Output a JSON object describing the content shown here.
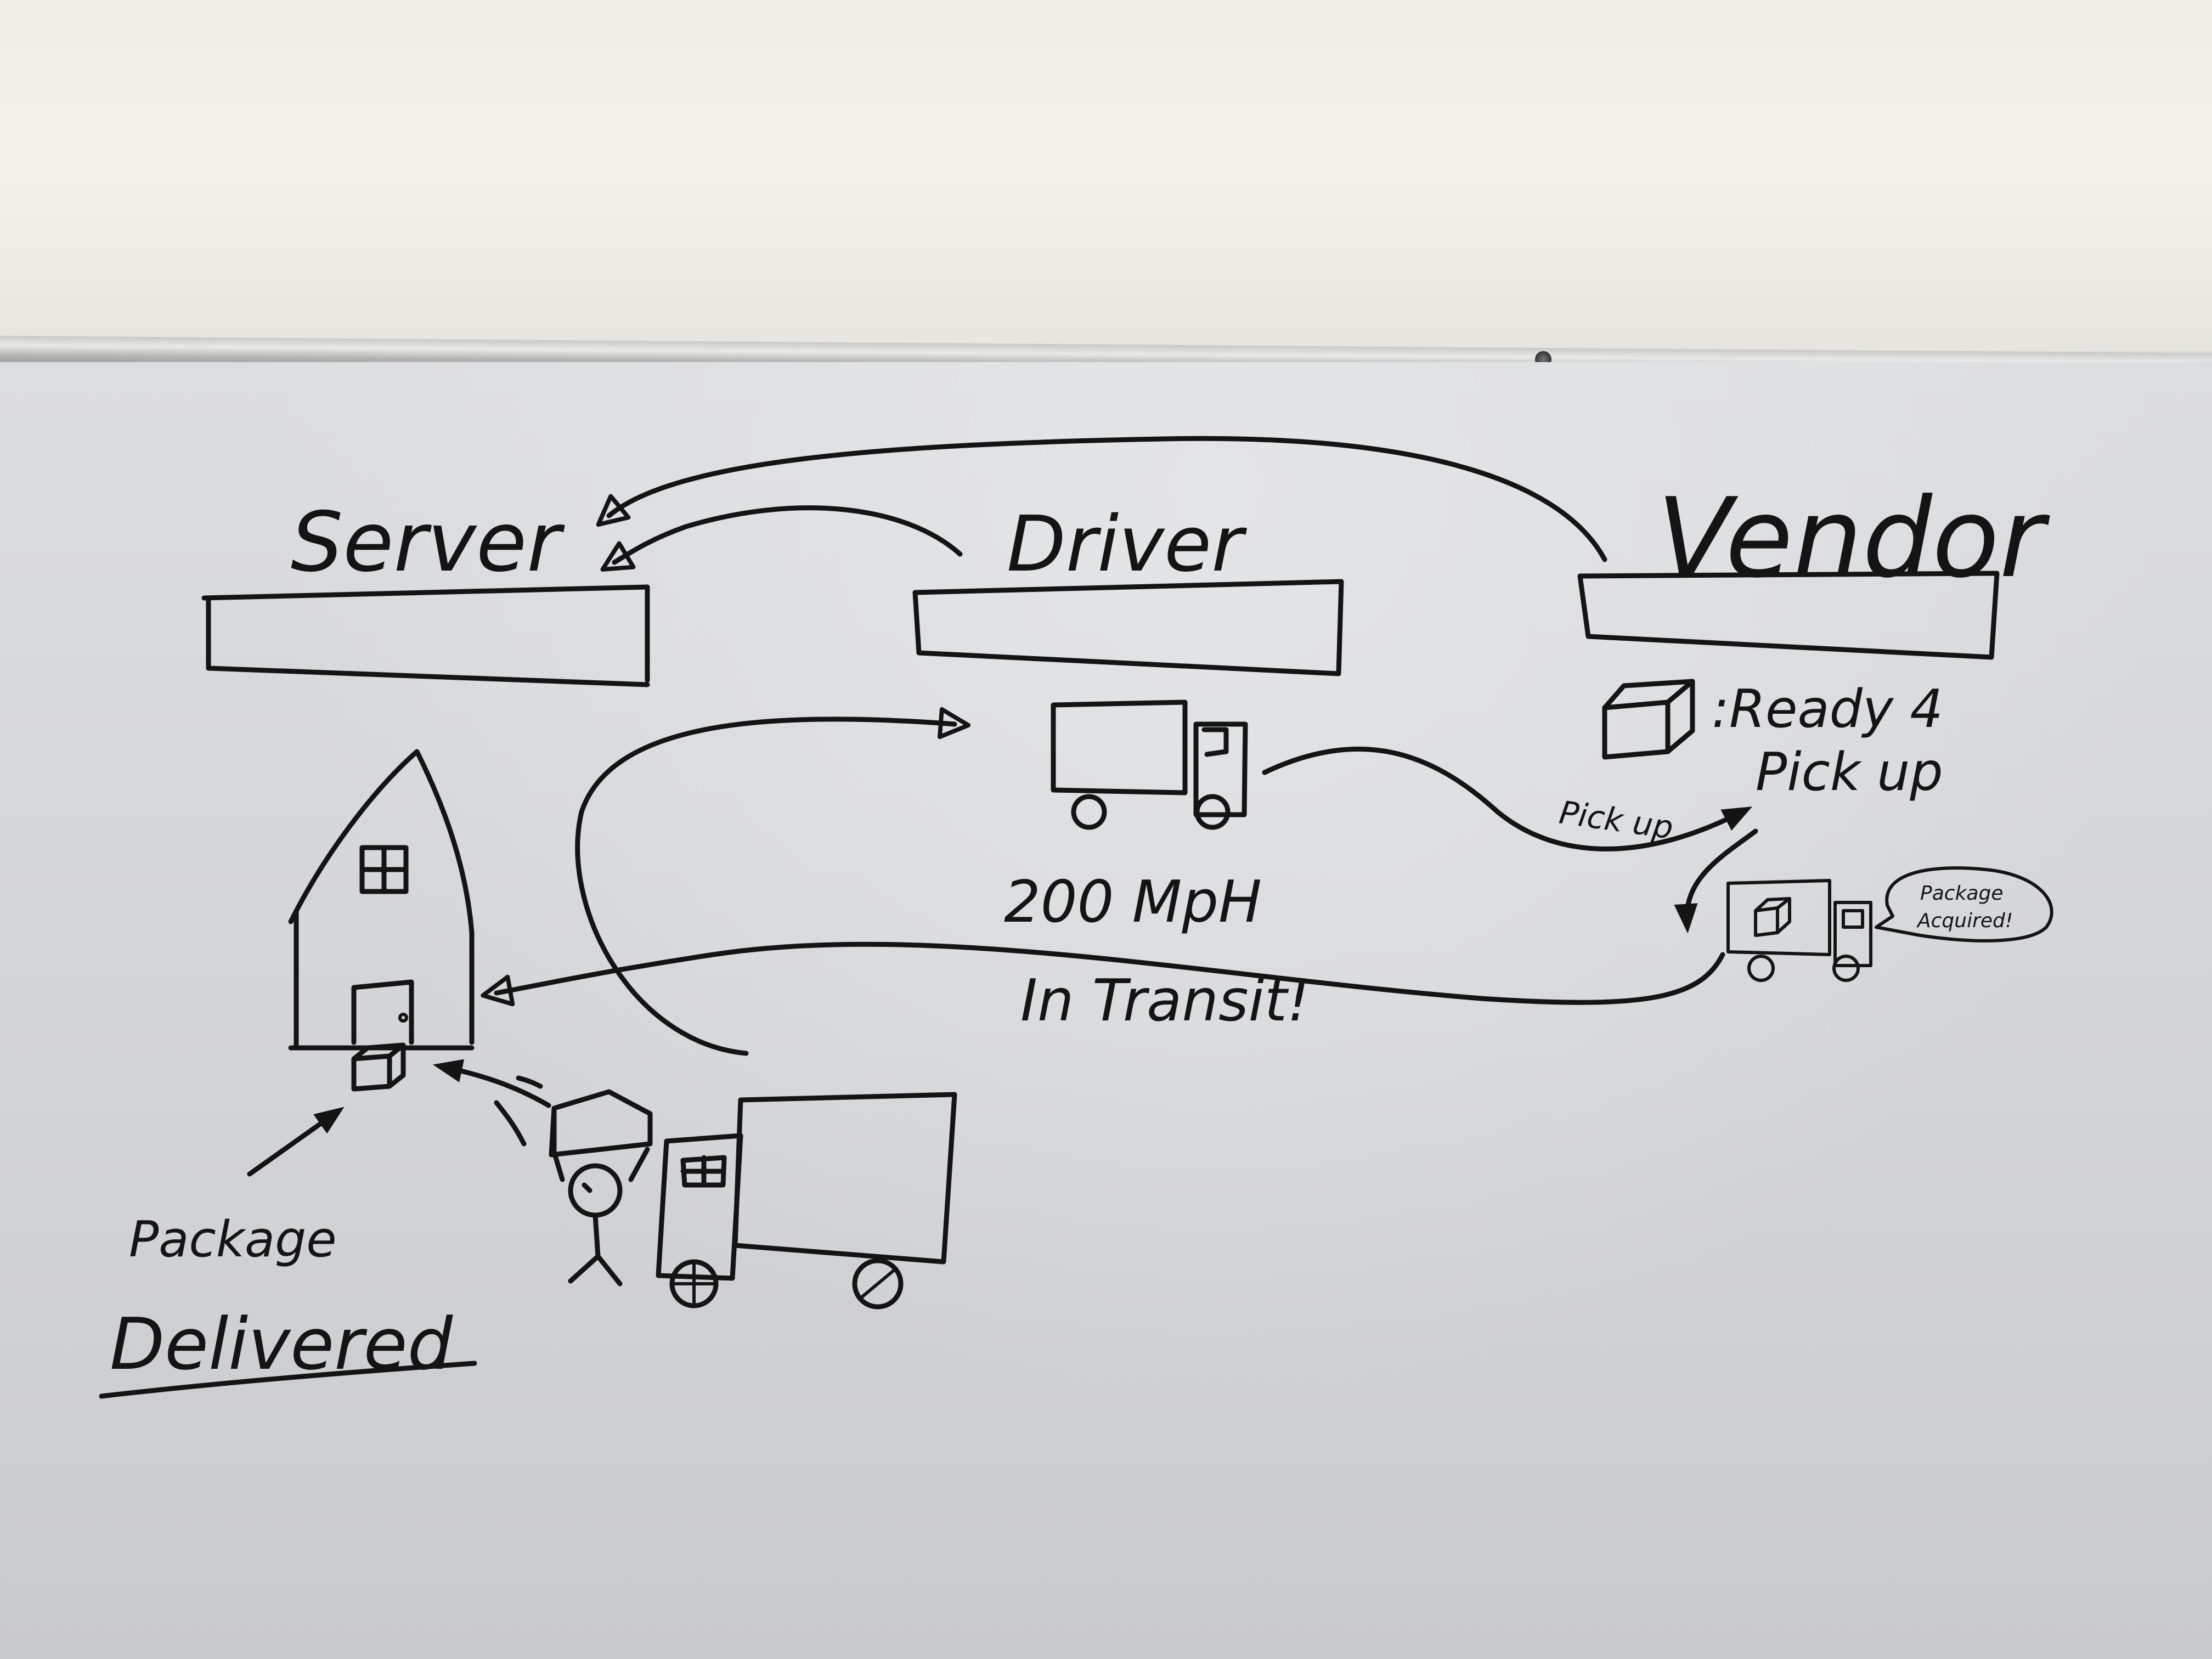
{
  "nodes": {
    "server": "Server",
    "driver": "Driver",
    "vendor": "Vendor"
  },
  "annotations": {
    "ready_for_pickup_line1": ":Ready 4",
    "ready_for_pickup_line2": "Pick up",
    "pick_up_arrow": "Pick up",
    "package_acquired_line1": "Package",
    "package_acquired_line2": "Acquired!",
    "speed": "200 MpH",
    "status": "In Transit!",
    "delivered_line1": "Package",
    "delivered_line2": "Delivered"
  }
}
